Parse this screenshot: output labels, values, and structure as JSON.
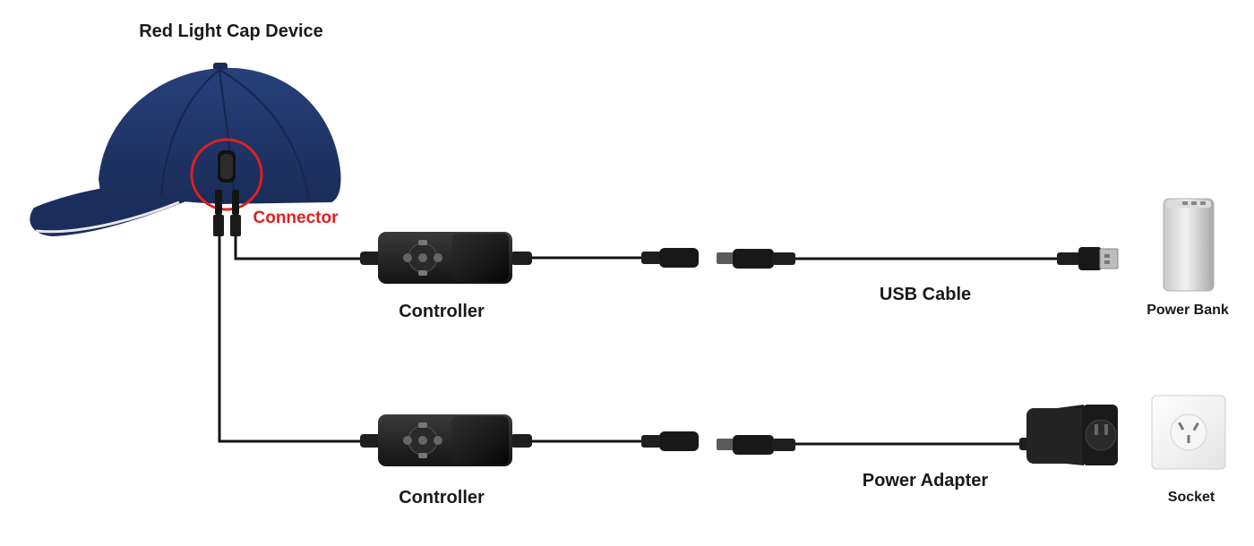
{
  "labels": {
    "cap": "Red Light Cap Device",
    "connector": "Connector",
    "controller_top": "Controller",
    "controller_bottom": "Controller",
    "usb_cable": "USB Cable",
    "power_bank": "Power Bank",
    "power_adapter": "Power Adapter",
    "socket": "Socket"
  },
  "colors": {
    "cap": "#1f3364",
    "connector_label": "#e02020",
    "highlight_circle": "#e02020",
    "cable": "#141414",
    "label_text": "#1a1a1a"
  },
  "icons": {
    "cap": "baseball-cap-icon",
    "controller": "controller-box-icon",
    "dc_plug": "dc-barrel-plug-icon",
    "usb_plug": "usb-a-plug-icon",
    "power_bank": "power-bank-icon",
    "power_adapter": "wall-adapter-icon",
    "socket": "wall-socket-icon"
  }
}
